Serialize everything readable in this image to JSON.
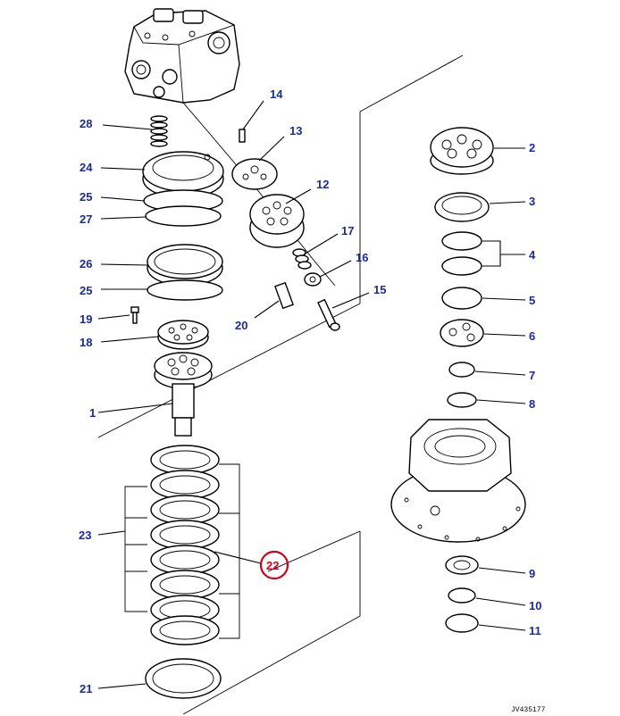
{
  "diagram": {
    "document_code": "JV435177",
    "highlighted_callout": "22",
    "highlight_color": "#d0021b",
    "label_color": "#1a2b9e",
    "callouts": [
      {
        "id": "14",
        "text": "14"
      },
      {
        "id": "13",
        "text": "13"
      },
      {
        "id": "28",
        "text": "28"
      },
      {
        "id": "24",
        "text": "24"
      },
      {
        "id": "12",
        "text": "12"
      },
      {
        "id": "25a",
        "text": "25"
      },
      {
        "id": "27",
        "text": "27"
      },
      {
        "id": "17",
        "text": "17"
      },
      {
        "id": "16",
        "text": "16"
      },
      {
        "id": "26",
        "text": "26"
      },
      {
        "id": "25b",
        "text": "25"
      },
      {
        "id": "15",
        "text": "15"
      },
      {
        "id": "19",
        "text": "19"
      },
      {
        "id": "20",
        "text": "20"
      },
      {
        "id": "18",
        "text": "18"
      },
      {
        "id": "1",
        "text": "1"
      },
      {
        "id": "23",
        "text": "23"
      },
      {
        "id": "22",
        "text": "22"
      },
      {
        "id": "21",
        "text": "21"
      },
      {
        "id": "2",
        "text": "2"
      },
      {
        "id": "3",
        "text": "3"
      },
      {
        "id": "4",
        "text": "4"
      },
      {
        "id": "5",
        "text": "5"
      },
      {
        "id": "6",
        "text": "6"
      },
      {
        "id": "7",
        "text": "7"
      },
      {
        "id": "8",
        "text": "8"
      },
      {
        "id": "9",
        "text": "9"
      },
      {
        "id": "10",
        "text": "10"
      },
      {
        "id": "11",
        "text": "11"
      }
    ]
  }
}
